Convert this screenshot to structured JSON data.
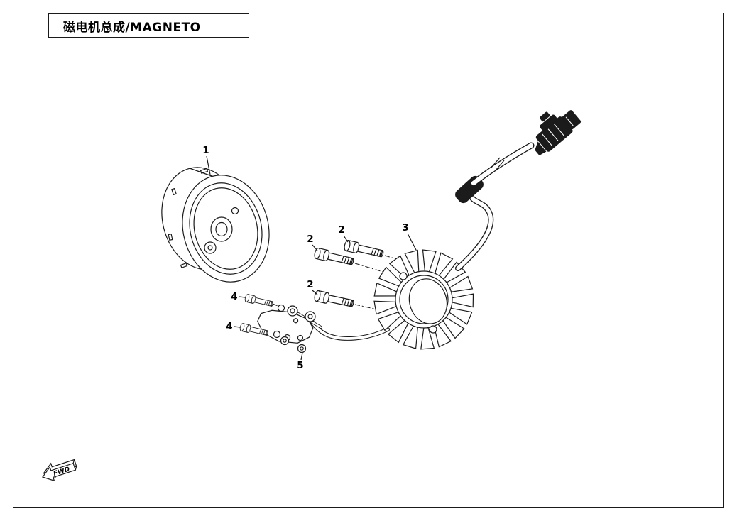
{
  "page": {
    "title": "磁电机总成/MAGNETO"
  },
  "colors": {
    "ink": "#1a1a1a",
    "background": "#ffffff"
  },
  "diagram": {
    "fwd_label": "FWD",
    "labels": [
      {
        "text": "1"
      },
      {
        "text": "2"
      },
      {
        "text": "2"
      },
      {
        "text": "2"
      },
      {
        "text": "3"
      },
      {
        "text": "4"
      },
      {
        "text": "4"
      },
      {
        "text": "5"
      }
    ]
  }
}
